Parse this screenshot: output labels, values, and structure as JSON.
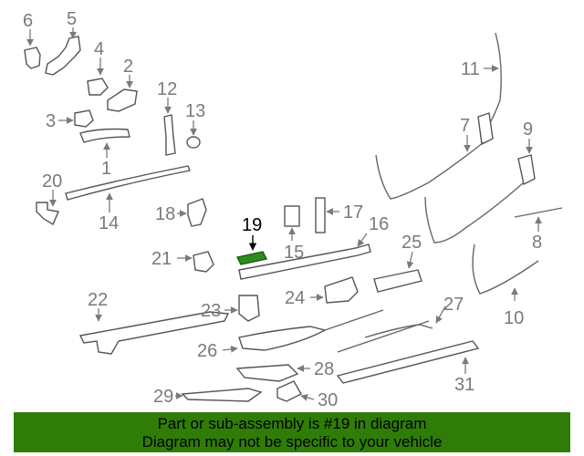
{
  "colors": {
    "banner_background": "#2f7d07",
    "callout_text": "#7a7a7a",
    "highlight_part": "#2e8b1f",
    "highlight_callout": "#000000"
  },
  "callouts": {
    "c1": "1",
    "c2": "2",
    "c3": "3",
    "c4": "4",
    "c5": "5",
    "c6": "6",
    "c7": "7",
    "c8": "8",
    "c9": "9",
    "c10": "10",
    "c11": "11",
    "c12": "12",
    "c13": "13",
    "c14": "14",
    "c15": "15",
    "c16": "16",
    "c17": "17",
    "c18": "18",
    "c19": "19",
    "c20": "20",
    "c21": "21",
    "c22": "22",
    "c23": "23",
    "c24": "24",
    "c25": "25",
    "c26": "26",
    "c27": "27",
    "c28": "28",
    "c29": "29",
    "c30": "30",
    "c31": "31"
  },
  "highlighted_part": "19",
  "banner": {
    "line1": "Part or sub-assembly is #19 in diagram",
    "line2": "Diagram may not be specific to your vehicle"
  }
}
